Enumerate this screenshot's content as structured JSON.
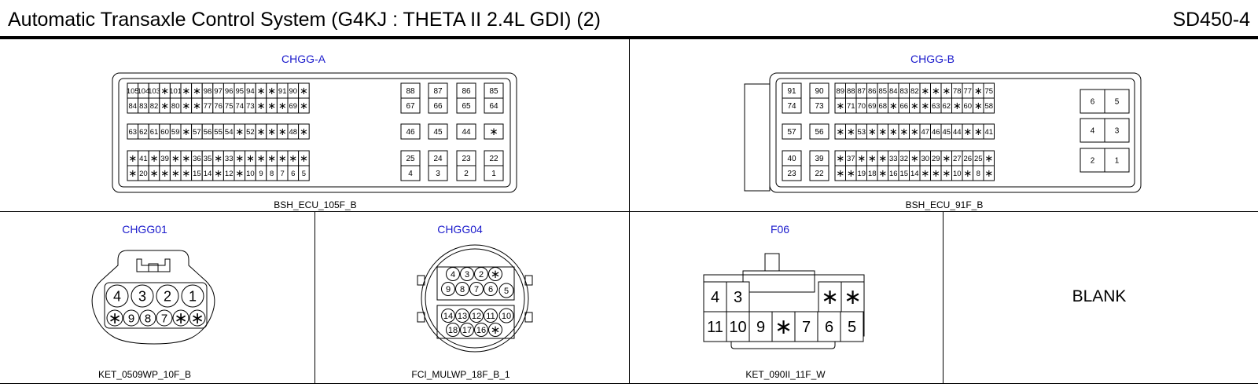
{
  "header": {
    "title": "Automatic Transaxle Control System (G4KJ : THETA II 2.4L GDI) (2)",
    "code": "SD450-4"
  },
  "connectors": {
    "chgg_a": {
      "label": "CHGG-A",
      "part": "BSH_ECU_105F_B",
      "rows": [
        [
          "105",
          "104",
          "103",
          "*",
          "101",
          "*",
          "*",
          "98",
          "97",
          "96",
          "95",
          "94",
          "*",
          "*",
          "91",
          "90",
          "*",
          "88",
          "87",
          "86",
          "85"
        ],
        [
          "84",
          "83",
          "82",
          "*",
          "80",
          "*",
          "*",
          "77",
          "76",
          "75",
          "74",
          "73",
          "*",
          "*",
          "*",
          "69",
          "*",
          "67",
          "66",
          "65",
          "64"
        ],
        [
          "63",
          "62",
          "61",
          "60",
          "59",
          "*",
          "57",
          "56",
          "55",
          "54",
          "*",
          "52",
          "*",
          "*",
          "*",
          "48",
          "*",
          "46",
          "45",
          "44",
          "*"
        ],
        [
          "*",
          "41",
          "*",
          "39",
          "*",
          "*",
          "36",
          "35",
          "*",
          "33",
          "*",
          "*",
          "*",
          "*",
          "*",
          "*",
          "*",
          "25",
          "24",
          "23",
          "22"
        ],
        [
          "*",
          "20",
          "*",
          "*",
          "*",
          "*",
          "15",
          "14",
          "*",
          "12",
          "*",
          "10",
          "9",
          "8",
          "7",
          "6",
          "5",
          "4",
          "3",
          "2",
          "1"
        ]
      ]
    },
    "chgg_b": {
      "label": "CHGG-B",
      "part": "BSH_ECU_91F_B",
      "rows": [
        [
          "91",
          "90",
          "89",
          "88",
          "87",
          "86",
          "85",
          "84",
          "83",
          "82",
          "*",
          "*",
          "*",
          "78",
          "77",
          "*",
          "75"
        ],
        [
          "74",
          "73",
          "*",
          "71",
          "70",
          "69",
          "68",
          "*",
          "66",
          "*",
          "*",
          "63",
          "62",
          "*",
          "60",
          "*",
          "58"
        ],
        [
          "57",
          "56",
          "*",
          "*",
          "53",
          "*",
          "*",
          "*",
          "*",
          "*",
          "47",
          "46",
          "45",
          "44",
          "*",
          "*",
          "41"
        ],
        [
          "40",
          "39",
          "*",
          "37",
          "*",
          "*",
          "*",
          "33",
          "32",
          "*",
          "30",
          "29",
          "*",
          "27",
          "26",
          "25",
          "*"
        ],
        [
          "23",
          "22",
          "*",
          "*",
          "19",
          "18",
          "*",
          "16",
          "15",
          "14",
          "*",
          "*",
          "*",
          "10",
          "*",
          "8",
          "*"
        ]
      ],
      "side_pins": [
        "6",
        "5",
        "4",
        "3",
        "2",
        "1"
      ]
    },
    "chgg01": {
      "label": "CHGG01",
      "part": "KET_0509WP_10F_B",
      "top": [
        "4",
        "3",
        "2",
        "1"
      ],
      "bottom": [
        "*",
        "9",
        "8",
        "7",
        "*",
        "*"
      ]
    },
    "chgg04": {
      "label": "CHGG04",
      "part": "FCI_MULWP_18F_B_1",
      "row1": [
        "4",
        "3",
        "2",
        "*"
      ],
      "row2": [
        "9",
        "8",
        "7",
        "6"
      ],
      "right1": "5",
      "row3": [
        "14",
        "13",
        "12",
        "11"
      ],
      "row4": [
        "18",
        "17",
        "16",
        "*"
      ],
      "right2": "10"
    },
    "f06": {
      "label": "F06",
      "part": "KET_090II_11F_W",
      "top_left": [
        "4",
        "3"
      ],
      "top_right": [
        "*",
        "*"
      ],
      "bottom": [
        "11",
        "10",
        "9",
        "*",
        "7",
        "6",
        "5"
      ]
    },
    "blank": {
      "label": "BLANK"
    }
  },
  "colors": {
    "label_blue": "#1a1acc",
    "line": "#000000"
  }
}
